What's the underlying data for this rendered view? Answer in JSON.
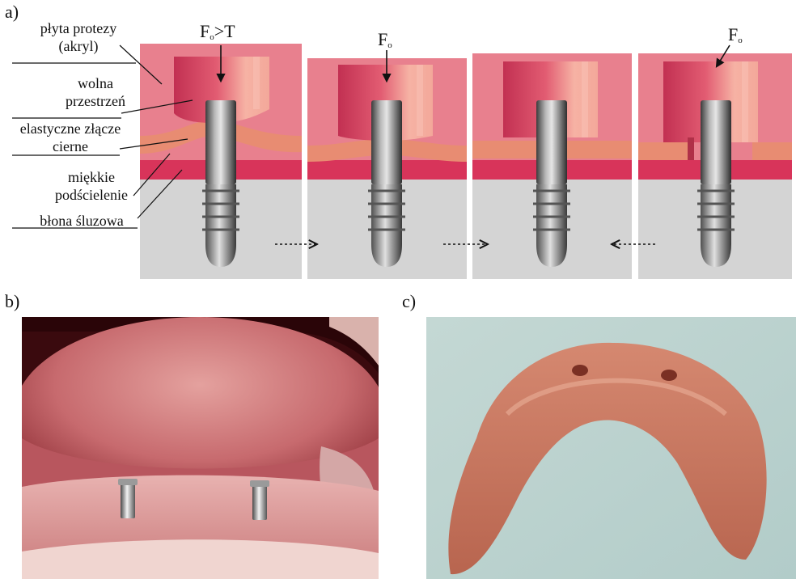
{
  "panels": {
    "a": "a)",
    "b": "b)",
    "c": "c)"
  },
  "labels": {
    "denture_plate_line1": "płyta protezy",
    "denture_plate_line2": "(akryl)",
    "free_space_line1": "wolna",
    "free_space_line2": "przestrzeń",
    "friction_joint_line1": "elastyczne złącze",
    "friction_joint_line2": "cierne",
    "soft_liner_line1": "miękkie",
    "soft_liner_line2": "podścielenie",
    "mucosa": "błona śluzowa"
  },
  "forces": {
    "f1_sym": "F",
    "f1_sub": "o",
    "f1_rel": ">T",
    "f2_sym": "F",
    "f2_sub": "o",
    "f4_sym": "F",
    "f4_sub": "o"
  },
  "colors": {
    "acrylic": "#e8808e",
    "cap_light": "#f4b0a4",
    "cap_dark": "#d2405a",
    "joint": "#e88c72",
    "liner": "#d8345a",
    "mucosa": "#d3d3d3",
    "implant": "#8a8a8a"
  }
}
